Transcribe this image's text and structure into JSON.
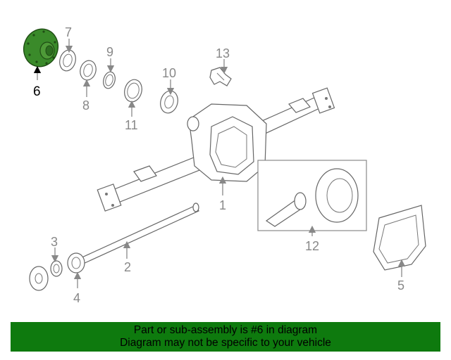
{
  "diagram": {
    "callouts": [
      "1",
      "2",
      "3",
      "4",
      "5",
      "6",
      "7",
      "8",
      "9",
      "10",
      "11",
      "12",
      "13"
    ],
    "highlighted_callout": "6",
    "highlight_color": "#0e7a0e"
  },
  "banner": {
    "line1": "Part or sub-assembly is #6 in diagram",
    "line2": "Diagram may not be specific to your vehicle",
    "background": "#0e7a0e"
  }
}
